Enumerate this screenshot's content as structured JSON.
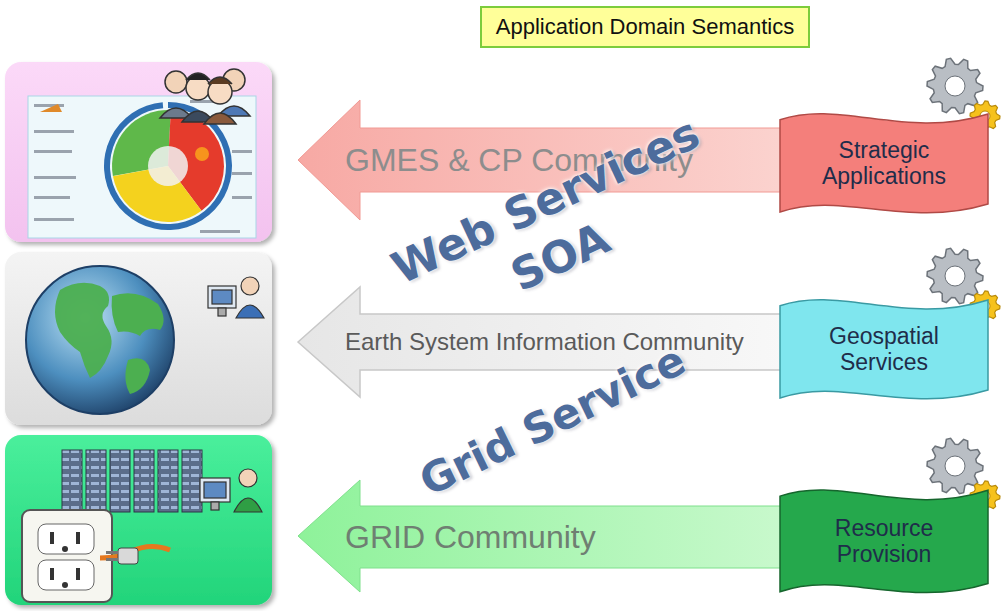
{
  "diagram": {
    "title": "Application Domain Semantics",
    "nodes": [
      {
        "text": [
          "Strategic Applications"
        ]
      },
      {
        "text": [
          "Geospatial Services"
        ]
      },
      {
        "text": [
          "Resource Provision"
        ]
      }
    ],
    "labels": [
      "GMES & CP Community",
      "Earth System Information Community",
      "GRID Community",
      "Web Services",
      "SOA",
      "Grid Service"
    ]
  }
}
